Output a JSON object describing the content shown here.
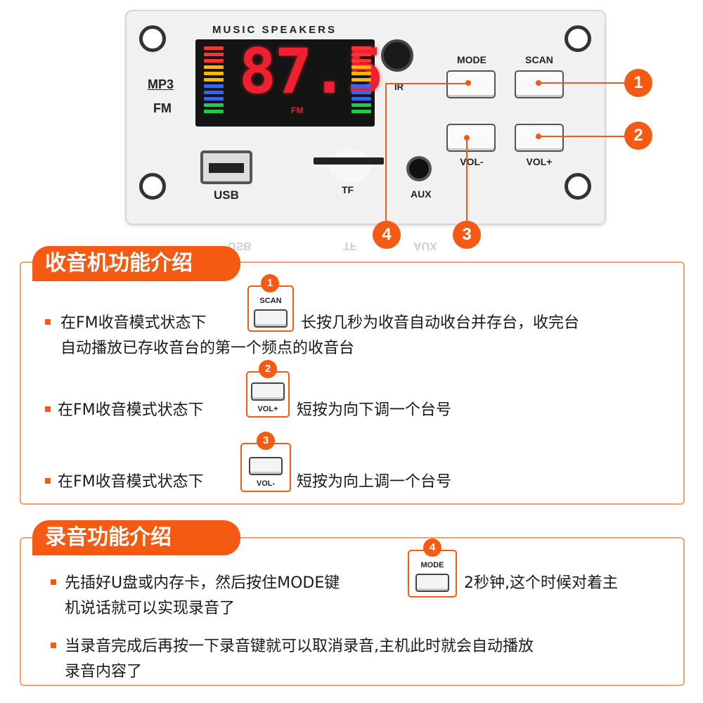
{
  "board": {
    "title": "MUSIC SPEAKERS",
    "mp3": "MP3",
    "fm": "FM",
    "display_freq": "87.5",
    "display_fm": "FM",
    "ir": "IR",
    "usb": "USB",
    "tf": "TF",
    "aux": "AUX",
    "keys": {
      "mode": "MODE",
      "scan": "SCAN",
      "vol_minus": "VOL-",
      "vol_plus": "VOL+"
    },
    "callouts": [
      "1",
      "2",
      "3",
      "4"
    ],
    "reflection": {
      "usb": "USB",
      "tf": "TF",
      "aux": "AUX"
    }
  },
  "radio": {
    "title": "收音机功能介绍",
    "items": [
      {
        "pre": "在FM收音模式状态下",
        "badge": "1",
        "key": "SCAN",
        "post": "长按几秒为收音自动收台并存台，收完台",
        "line2": "自动播放已存收音台的第一个频点的收音台"
      },
      {
        "pre": "在FM收音模式状态下",
        "badge": "2",
        "key": "VOL+",
        "post": "短按为向下调一个台号"
      },
      {
        "pre": "在FM收音模式状态下",
        "badge": "3",
        "key": "VOL-",
        "post": "短按为向上调一个台号"
      }
    ]
  },
  "record": {
    "title": "录音功能介绍",
    "items": [
      {
        "pre": "先插好U盘或内存卡，然后按住MODE键",
        "badge": "4",
        "key": "MODE",
        "post": "2秒钟,这个时候对着主",
        "line2": "机说话就可以实现录音了"
      },
      {
        "line1": "当录音完成后再按一下录音键就可以取消录音,主机此时就会自动播放",
        "line2": "录音内容了"
      }
    ]
  },
  "colors": {
    "accent": "#f55a12",
    "border": "#f0a36d",
    "lcd": "#f02030"
  }
}
